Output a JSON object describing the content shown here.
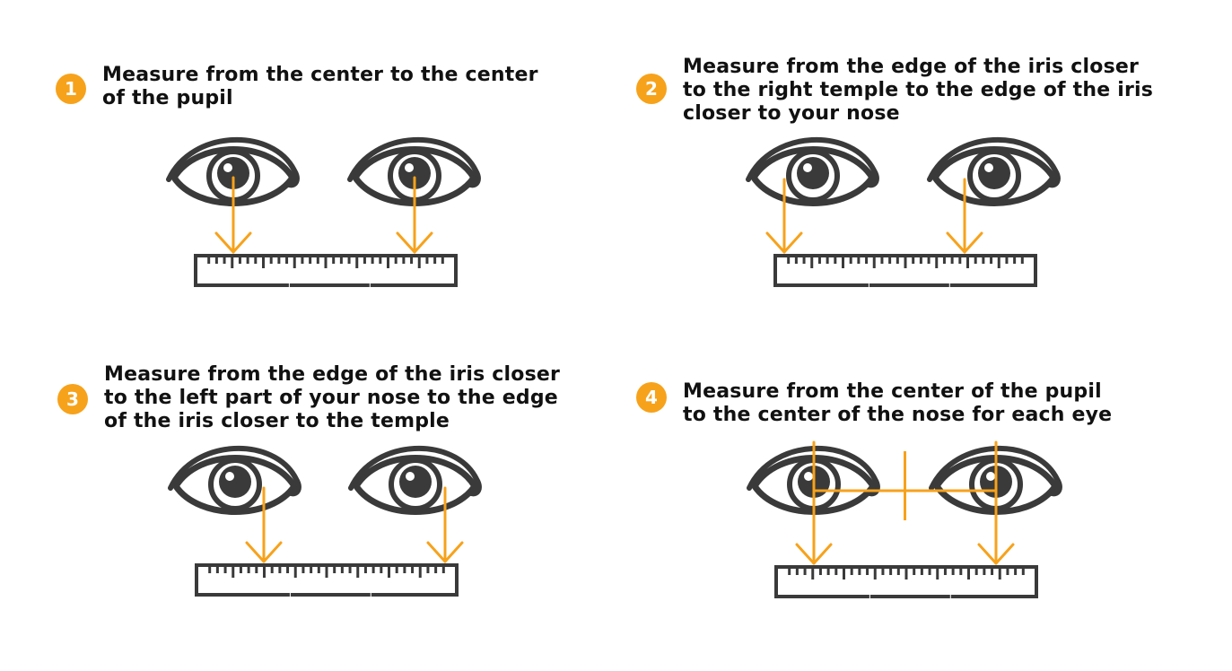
{
  "colors": {
    "accent": "#F7A21B",
    "line_art": "#3A3A3A",
    "text": "#111111",
    "background": "#FFFFFF"
  },
  "icons": {
    "eye": "eye-icon",
    "ruler": "ruler-icon",
    "arrow": "arrow-down-icon"
  },
  "steps": [
    {
      "number": "1",
      "lines": [
        "Measure from the center to the center",
        "of the pupil"
      ]
    },
    {
      "number": "2",
      "lines": [
        "Measure from the edge of the iris closer",
        "to the right temple to the edge of the iris",
        "closer to your nose"
      ]
    },
    {
      "number": "3",
      "lines": [
        "Measure from the edge of the iris closer",
        "to the left part of your nose to the edge",
        "of the iris closer to the temple"
      ]
    },
    {
      "number": "4",
      "lines": [
        "Measure from the center of the pupil",
        "to the center of the nose for each eye"
      ]
    }
  ]
}
